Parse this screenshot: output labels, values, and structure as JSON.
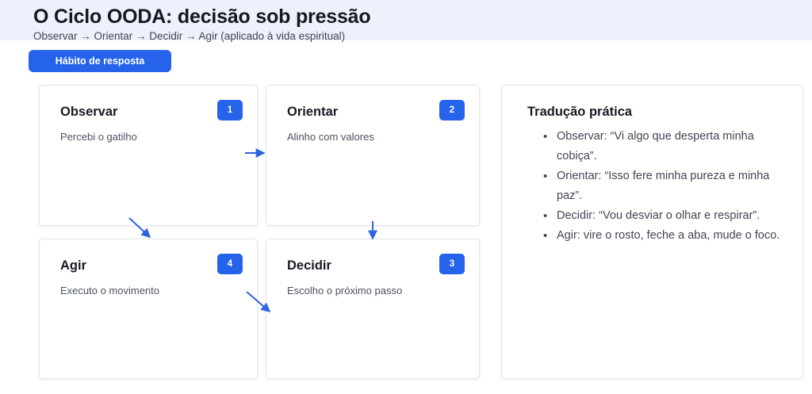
{
  "header": {
    "title": "O Ciclo OODA: decisão sob pressão",
    "subtitle": "Observar → Orientar → Decidir → Agir (aplicado à vida espiritual)"
  },
  "pill": {
    "label": "Hábito de resposta"
  },
  "cards": [
    {
      "title": "Observar",
      "desc": "Percebi o gatilho",
      "badge": "1"
    },
    {
      "title": "Orientar",
      "desc": "Alinho com valores",
      "badge": "2"
    },
    {
      "title": "Agir",
      "desc": "Executo o movimento",
      "badge": "4"
    },
    {
      "title": "Decidir",
      "desc": "Escolho o próximo passo",
      "badge": "3"
    }
  ],
  "panel": {
    "title": "Tradução prática",
    "items": [
      "Observar: “Vi algo que desperta minha cobiça”.",
      "Orientar: “Isso fere minha pureza e minha paz”.",
      "Decidir: “Vou desviar o olhar e respirar”.",
      "Agir: vire o rosto, feche a aba, mude o foco."
    ]
  },
  "colors": {
    "accent": "#2563eb",
    "header_band": "#eef1fb",
    "card_border": "#e3e5ea",
    "arrow": "#2f63e0",
    "text_primary": "#161b24",
    "text_secondary": "#4b5261"
  },
  "arrows": [
    {
      "from": "Observar",
      "to": "Orientar",
      "direction": "right"
    },
    {
      "from": "Orientar",
      "to": "Decidir",
      "direction": "down"
    },
    {
      "from": "Observar",
      "to": "Agir",
      "direction": "down-right"
    },
    {
      "from": "Agir",
      "to": "Decidir",
      "direction": "down-right"
    }
  ]
}
